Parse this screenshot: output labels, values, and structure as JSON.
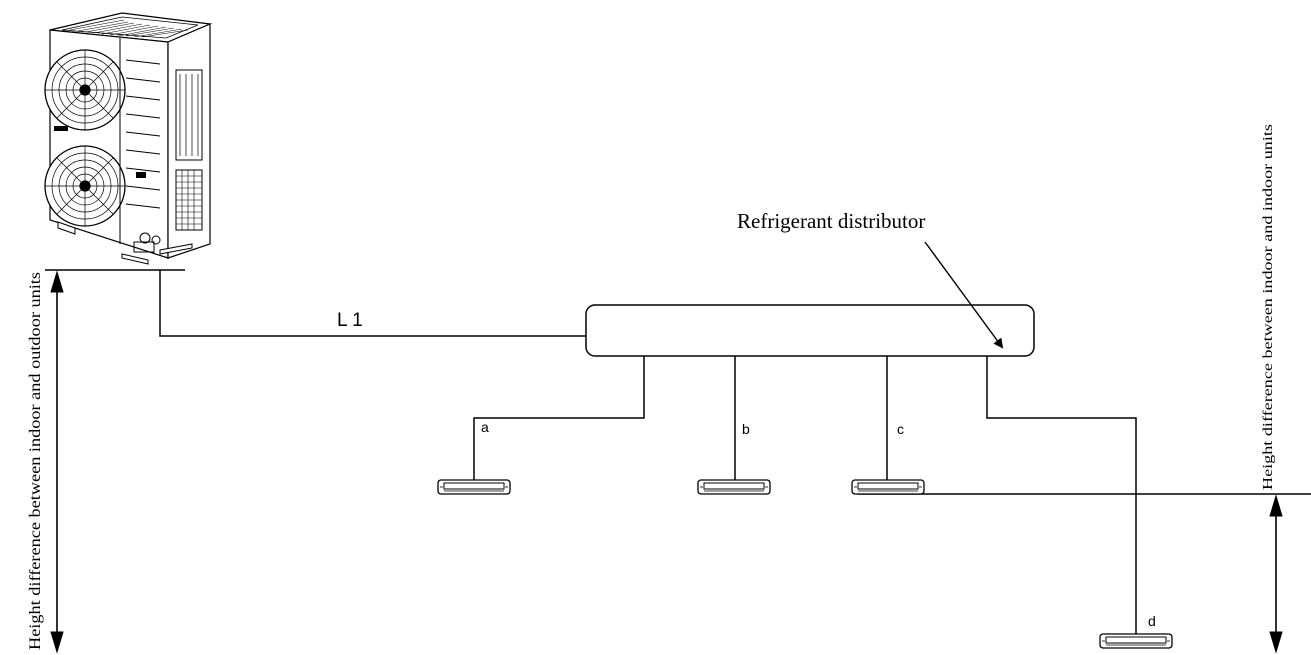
{
  "labels": {
    "distributor": "Refrigerant distributor",
    "main_pipe": "L 1",
    "branch_a": "a",
    "branch_b": "b",
    "branch_c": "c",
    "branch_d": "d",
    "height_outdoor": "Height difference between indoor and outdoor units",
    "height_indoor": "Height difference between indoor and indoor units"
  },
  "colors": {
    "line": "#000000",
    "background": "#ffffff"
  },
  "icons": {
    "outdoor_unit": "outdoor-ac-unit-icon",
    "indoor_unit": "indoor-ac-unit-icon"
  }
}
